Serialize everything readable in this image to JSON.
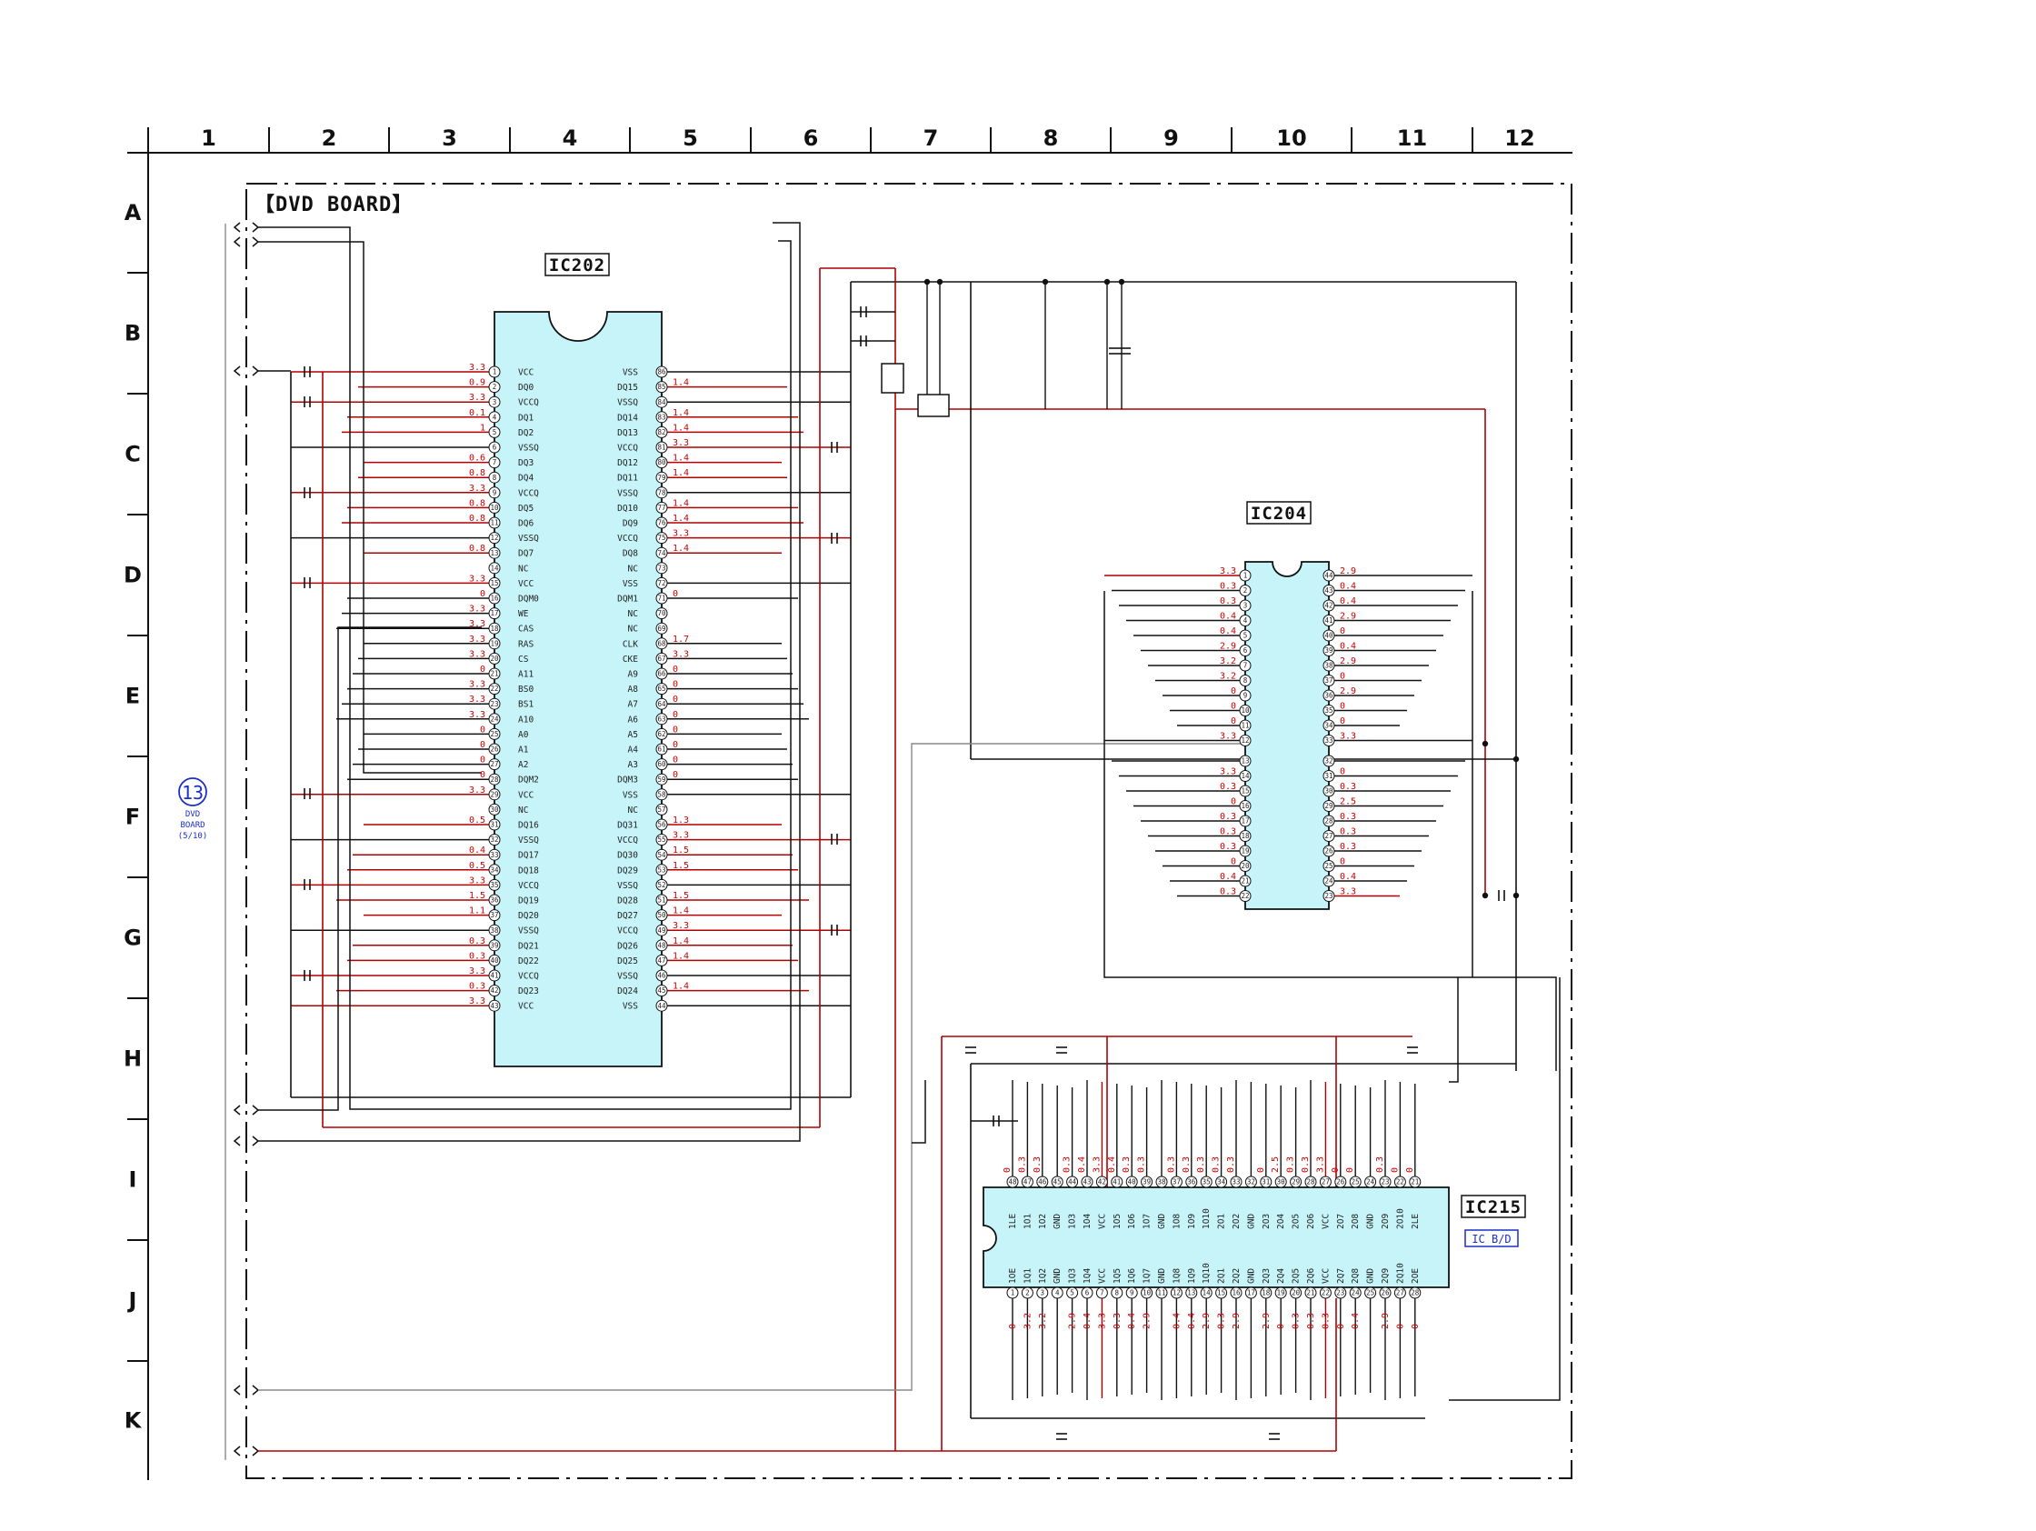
{
  "board_title": "【DVD BOARD】",
  "columns": [
    "1",
    "2",
    "3",
    "4",
    "5",
    "6",
    "7",
    "8",
    "9",
    "10",
    "11",
    "12"
  ],
  "rows": [
    "A",
    "B",
    "C",
    "D",
    "E",
    "F",
    "G",
    "H",
    "I",
    "J",
    "K"
  ],
  "connector": {
    "number": "13",
    "line1": "DVD",
    "line2": "BOARD",
    "line3": "(5/10)"
  },
  "colors": {
    "wire": "#111111",
    "supply": "#b00000",
    "ic_fill": "#c6f4f8",
    "voltage": "#cc0000",
    "link": "#1a2fc8",
    "grey_wire": "#888888"
  },
  "ic202": {
    "label": "IC202",
    "left_names": [
      "VCC",
      "DQ0",
      "VCCQ",
      "DQ1",
      "DQ2",
      "VSSQ",
      "DQ3",
      "DQ4",
      "VCCQ",
      "DQ5",
      "DQ6",
      "VSSQ",
      "DQ7",
      "NC",
      "VCC",
      "DQM0",
      "WE",
      "CAS",
      "RAS",
      "CS",
      "A11",
      "BS0",
      "BS1",
      "A10",
      "A0",
      "A1",
      "A2",
      "DQM2",
      "VCC",
      "NC",
      "DQ16",
      "VSSQ",
      "DQ17",
      "DQ18",
      "VCCQ",
      "DQ19",
      "DQ20",
      "VSSQ",
      "DQ21",
      "DQ22",
      "VCCQ",
      "DQ23",
      "VCC"
    ],
    "left_volts": [
      "3.3",
      "0.9",
      "3.3",
      "0.1",
      "1",
      "",
      "0.6",
      "0.8",
      "3.3",
      "0.8",
      "0.8",
      "",
      "0.8",
      "",
      "3.3",
      "0",
      "3.3",
      "3.3",
      "3.3",
      "3.3",
      "0",
      "3.3",
      "3.3",
      "3.3",
      "0",
      "0",
      "0",
      "0",
      "3.3",
      "",
      "0.5",
      "",
      "0.4",
      "0.5",
      "3.3",
      "1.5",
      "1.1",
      "",
      "0.3",
      "0.3",
      "3.3",
      "0.3",
      "3.3"
    ],
    "right_names": [
      "VSS",
      "DQ15",
      "VSSQ",
      "DQ14",
      "DQ13",
      "VCCQ",
      "DQ12",
      "DQ11",
      "VSSQ",
      "DQ10",
      "DQ9",
      "VCCQ",
      "DQ8",
      "NC",
      "VSS",
      "DQM1",
      "NC",
      "NC",
      "CLK",
      "CKE",
      "A9",
      "A8",
      "A7",
      "A6",
      "A5",
      "A4",
      "A3",
      "DQM3",
      "VSS",
      "NC",
      "DQ31",
      "VCCQ",
      "DQ30",
      "DQ29",
      "VSSQ",
      "DQ28",
      "DQ27",
      "VCCQ",
      "DQ26",
      "DQ25",
      "VSSQ",
      "DQ24",
      "VSS"
    ],
    "right_volts": [
      "",
      "1.4",
      "",
      "1.4",
      "1.4",
      "3.3",
      "1.4",
      "1.4",
      "",
      "1.4",
      "1.4",
      "3.3",
      "1.4",
      "",
      "",
      "0",
      "",
      "",
      "1.7",
      "3.3",
      "0",
      "0",
      "0",
      "0",
      "0",
      "0",
      "0",
      "0",
      "",
      "",
      "1.3",
      "3.3",
      "1.5",
      "1.5",
      "",
      "1.5",
      "1.4",
      "3.3",
      "1.4",
      "1.4",
      "",
      "1.4",
      ""
    ]
  },
  "ic204": {
    "label": "IC204",
    "left_volts": [
      "3.3",
      "0.3",
      "0.3",
      "0.4",
      "0.4",
      "2.9",
      "3.2",
      "3.2",
      "0",
      "0",
      "0",
      "3.3",
      "",
      "3.3",
      "0.3",
      "0",
      "0.3",
      "0.3",
      "0.3",
      "0",
      "0.4",
      "0.3"
    ],
    "right_volts": [
      "2.9",
      "0.4",
      "0.4",
      "2.9",
      "0",
      "0.4",
      "2.9",
      "0",
      "2.9",
      "0",
      "0",
      "3.3",
      "",
      "0",
      "0.3",
      "2.5",
      "0.3",
      "0.3",
      "0.3",
      "0",
      "0.4",
      "3.3"
    ]
  },
  "ic215": {
    "label": "IC215",
    "sub_label": "IC B/D",
    "top_names": [
      "1LE",
      "1O1",
      "1O2",
      "GND",
      "1O3",
      "1O4",
      "VCC",
      "1O5",
      "1O6",
      "1O7",
      "GND",
      "1O8",
      "1O9",
      "1O10",
      "2O1",
      "2O2",
      "GND",
      "2O3",
      "2O4",
      "2O5",
      "2O6",
      "VCC",
      "2O7",
      "2O8",
      "GND",
      "2O9",
      "2O10",
      "2LE"
    ],
    "top_volts": [
      "0",
      "0.3",
      "0.3",
      "",
      "0.3",
      "0.4",
      "3.3",
      "0.4",
      "0.3",
      "0.3",
      "",
      "0.3",
      "0.3",
      "0.3",
      "0.3",
      "0.3",
      "",
      "0",
      "2.5",
      "0.3",
      "0.3",
      "3.3",
      "0",
      "0",
      "",
      "0.3",
      "0",
      "0"
    ],
    "bottom_names": [
      "1OE",
      "1Q1",
      "1Q2",
      "GND",
      "1Q3",
      "1Q4",
      "VCC",
      "1Q5",
      "1Q6",
      "1Q7",
      "GND",
      "1Q8",
      "1Q9",
      "1Q10",
      "2Q1",
      "2Q2",
      "GND",
      "2Q3",
      "2Q4",
      "2Q5",
      "2Q6",
      "VCC",
      "2Q7",
      "2Q8",
      "GND",
      "2Q9",
      "2Q10",
      "2OE"
    ],
    "bottom_volts": [
      "0",
      "3.2",
      "3.2",
      "",
      "2.9",
      "0.4",
      "3.3",
      "0.3",
      "0.4",
      "2.9",
      "",
      "0.4",
      "0.4",
      "2.9",
      "0.3",
      "2.9",
      "",
      "2.9",
      "0",
      "0.3",
      "0.3",
      "0.3",
      "0",
      "0.4",
      "",
      "2.9",
      "0",
      "0"
    ]
  }
}
